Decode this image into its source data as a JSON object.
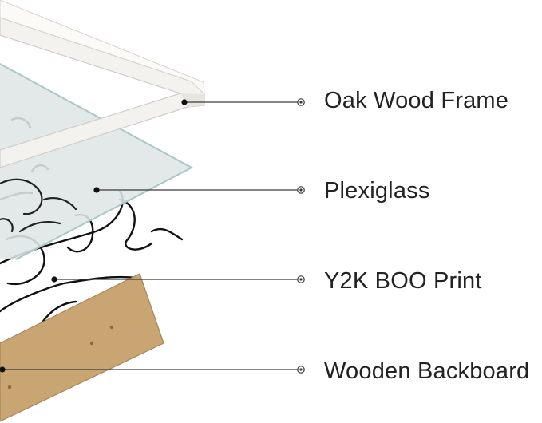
{
  "layers": [
    {
      "label": "Oak Wood Frame"
    },
    {
      "label": "Plexiglass"
    },
    {
      "label": "Y2K BOO Print"
    },
    {
      "label": "Wooden Backboard"
    }
  ],
  "colors": {
    "frame": "#f3f2ee",
    "frame_edge": "#cfcdc6",
    "glass": "#dfe5e6",
    "glass_edge": "#a9c7c4",
    "print_line": "#111111",
    "backboard": "#c9a574",
    "backboard_edge": "#a98555",
    "leader": "#3a3a3a",
    "text": "#222222"
  }
}
